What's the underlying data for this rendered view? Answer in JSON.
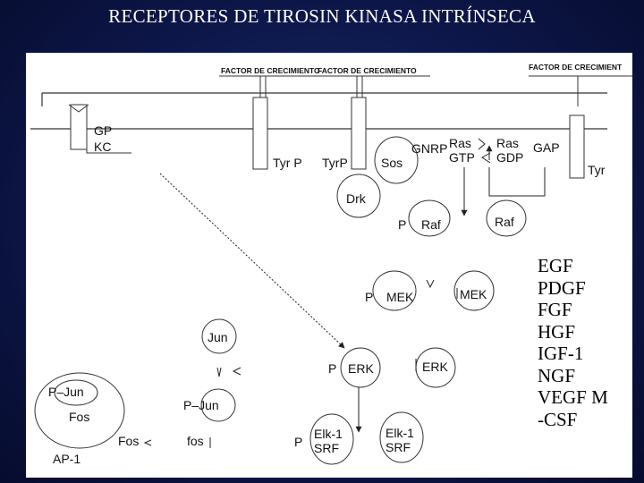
{
  "title": "RECEPTORES DE TIROSIN KINASA INTRÍNSECA",
  "factors": {
    "f1": "FACTOR DE CRECIMIENTO",
    "f2": "FACTOR DE CRECIMIENTO",
    "f3": "FACTOR DE CRECIMIENT"
  },
  "nodes": {
    "gp": "GP",
    "kc": "KC",
    "tyr_p": "Tyr P",
    "tyrp": "TyrP",
    "sos": "Sos",
    "gnrp": "GNRP",
    "ras_gtp_1": "Ras",
    "ras_gtp_2": "GTP",
    "ras_gdp_1": "Ras",
    "ras_gdp_2": "GDP",
    "gap": "GAP",
    "tyr": "Tyr",
    "drk": "Drk",
    "p_raf_p": "P",
    "raf_a": "Raf",
    "raf_b": "Raf",
    "p_mek_p": "P",
    "mek_a": "MEK",
    "mek_b": "MEK",
    "jun_top": "Jun",
    "p_erk_p": "P",
    "erk_a": "ERK",
    "erk_b": "ERK",
    "ap1_pjun": "P–Jun",
    "ap1_fos": "Fos",
    "ap1": "AP-1",
    "pjun_mid": "P–Jun",
    "fos_out": "Fos",
    "fos_gene": "fos",
    "p_elk": "P",
    "elk_a1": "Elk-1",
    "elk_a2": "SRF",
    "elk_b1": "Elk-1",
    "elk_b2": "SRF"
  },
  "receptors": [
    "EGF",
    "PDGF",
    "FGF",
    "HGF",
    "IGF-1",
    "NGF",
    "VEGF M",
    "-CSF"
  ]
}
